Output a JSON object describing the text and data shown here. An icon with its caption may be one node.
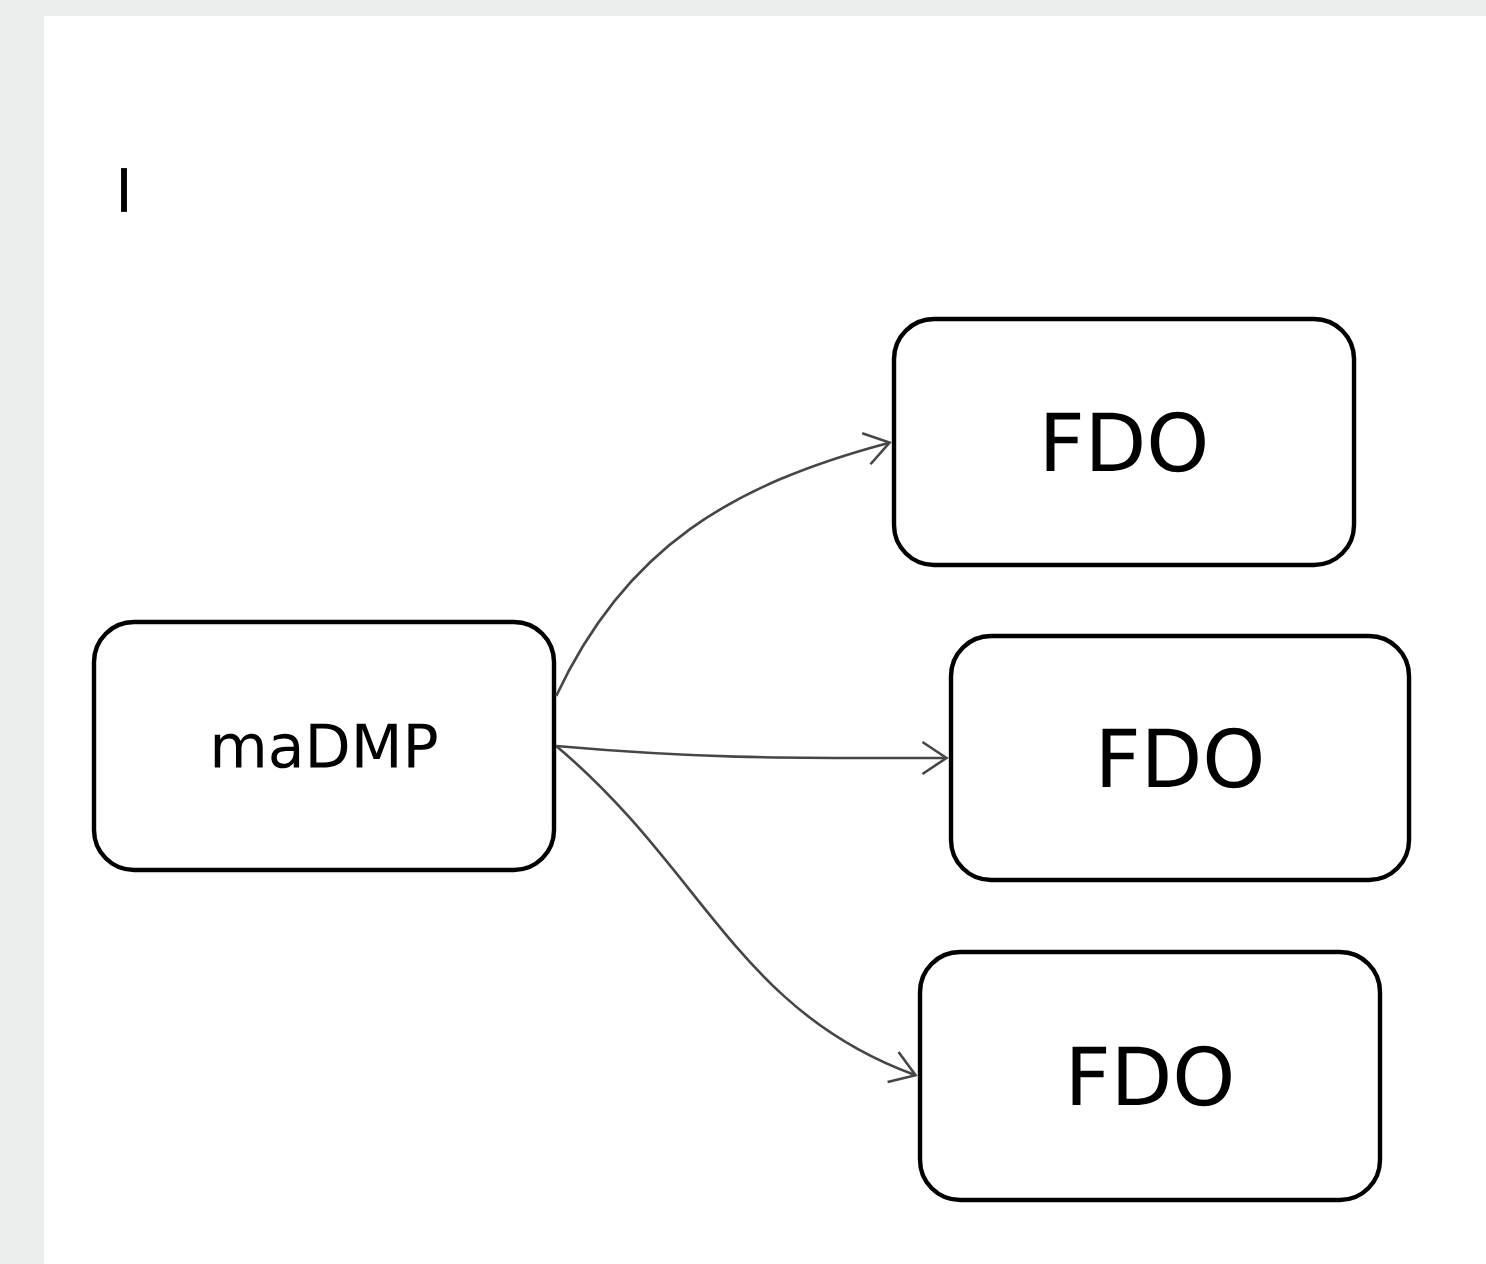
{
  "diagram": {
    "nodes": [
      {
        "text": [
          "maDMP"
        ]
      },
      {
        "text": [
          "FDO"
        ]
      },
      {
        "text": [
          "FDO"
        ]
      },
      {
        "text": [
          "FDO"
        ]
      }
    ],
    "edges": [
      {
        "from": 0,
        "to": 1,
        "arrow": "to"
      },
      {
        "from": 0,
        "to": 2,
        "arrow": "to"
      },
      {
        "from": 0,
        "to": 3,
        "arrow": "to"
      }
    ],
    "labels": [
      "I"
    ]
  }
}
